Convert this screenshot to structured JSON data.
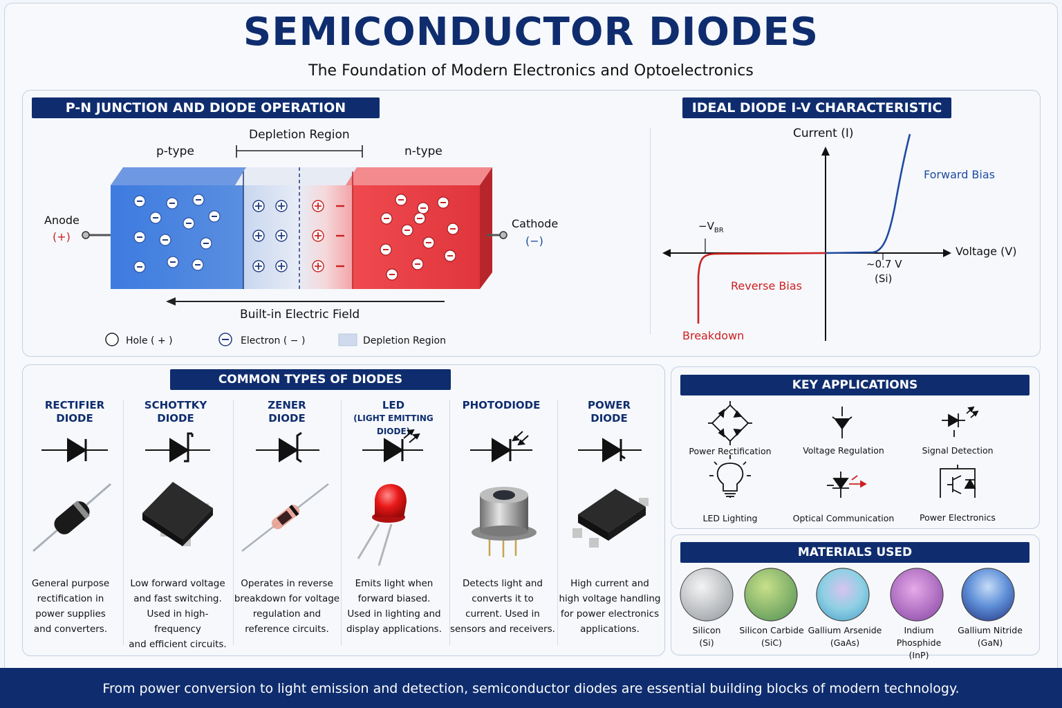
{
  "header": {
    "title": "SEMICONDUCTOR DIODES",
    "subtitle": "The Foundation of Modern Electronics and Optoelectronics"
  },
  "pn_junction": {
    "heading": "P-N JUNCTION AND DIODE OPERATION",
    "depletion_label": "Depletion Region",
    "p_label": "p-type",
    "n_label": "n-type",
    "anode": "Anode",
    "anode_sign": "(+)",
    "cathode": "Cathode",
    "cathode_sign": "(−)",
    "field_label": "Built-in Electric Field",
    "legend": {
      "hole": "Hole ( + )",
      "electron": "Electron ( − )",
      "depletion": "Depletion Region"
    },
    "colors": {
      "p": "#3a78d8",
      "n": "#e0353c"
    }
  },
  "iv_chart": {
    "heading": "IDEAL DIODE I-V CHARACTERISTIC",
    "y_label": "Current (I)",
    "x_label": "Voltage (V)",
    "forward": "Forward Bias",
    "reverse": "Reverse Bias",
    "breakdown": "Breakdown",
    "vbr": "−V",
    "vbr_sub": "BR",
    "knee_value": "~0.7 V",
    "knee_material": "(Si)",
    "colors": {
      "forward": "#1f4aa0",
      "reverse": "#cc2020"
    }
  },
  "types": {
    "heading": "COMMON TYPES OF DIODES",
    "items": [
      {
        "title1": "RECTIFIER",
        "title2": "DIODE",
        "symbol": "rectifier-symbol-icon",
        "photo": "axial-diode-icon",
        "desc": [
          "General purpose",
          "rectification in",
          "power supplies",
          "and converters."
        ]
      },
      {
        "title1": "SCHOTTKY",
        "title2": "DIODE",
        "symbol": "schottky-symbol-icon",
        "photo": "smd-package-icon",
        "desc": [
          "Low forward voltage",
          "and fast switching.",
          "Used in high-frequency",
          "and efficient circuits."
        ]
      },
      {
        "title1": "ZENER",
        "title2": "DIODE",
        "symbol": "zener-symbol-icon",
        "photo": "glass-diode-icon",
        "desc": [
          "Operates in reverse",
          "breakdown for voltage",
          "regulation and",
          "reference circuits."
        ]
      },
      {
        "title1": "LED",
        "title2": "(LIGHT EMITTING DIODE)",
        "symbol": "led-symbol-icon",
        "photo": "red-led-icon",
        "desc": [
          "Emits light when",
          "forward biased.",
          "Used in lighting and",
          "display applications."
        ]
      },
      {
        "title1": "PHOTODIODE",
        "title2": "",
        "symbol": "photodiode-symbol-icon",
        "photo": "metal-can-photodiode-icon",
        "desc": [
          "Detects light and",
          "converts it to",
          "current. Used in",
          "sensors and receivers."
        ]
      },
      {
        "title1": "POWER",
        "title2": "DIODE",
        "symbol": "power-diode-symbol-icon",
        "photo": "power-smd-icon",
        "desc": [
          "High current and",
          "high voltage handling",
          "for power electronics",
          "applications."
        ]
      }
    ]
  },
  "applications": {
    "heading": "KEY APPLICATIONS",
    "items": [
      {
        "label": "Power Rectification",
        "icon": "bridge-rectifier-icon"
      },
      {
        "label": "Voltage Regulation",
        "icon": "zener-icon"
      },
      {
        "label": "Signal Detection",
        "icon": "photodiode-icon"
      },
      {
        "label": "LED Lighting",
        "icon": "bulb-icon"
      },
      {
        "label": "Optical Communication",
        "icon": "optical-diode-icon"
      },
      {
        "label": "Power Electronics",
        "icon": "igbt-module-icon"
      }
    ]
  },
  "materials": {
    "heading": "MATERIALS USED",
    "items": [
      {
        "name": "Silicon",
        "formula": "(Si)",
        "color": "#cfd2d6"
      },
      {
        "name": "Silicon Carbide",
        "formula": "(SiC)",
        "color": "#8fbf6a"
      },
      {
        "name": "Gallium Arsenide",
        "formula": "(GaAs)",
        "color": "#7cc7d9"
      },
      {
        "name": "Indium Phosphide",
        "formula": "(InP)",
        "color": "#b877c4"
      },
      {
        "name": "Gallium Nitride",
        "formula": "(GaN)",
        "color": "#4d78c8"
      }
    ]
  },
  "footer": {
    "text": "From power conversion to light emission and detection, semiconductor diodes are essential building blocks of modern technology."
  }
}
